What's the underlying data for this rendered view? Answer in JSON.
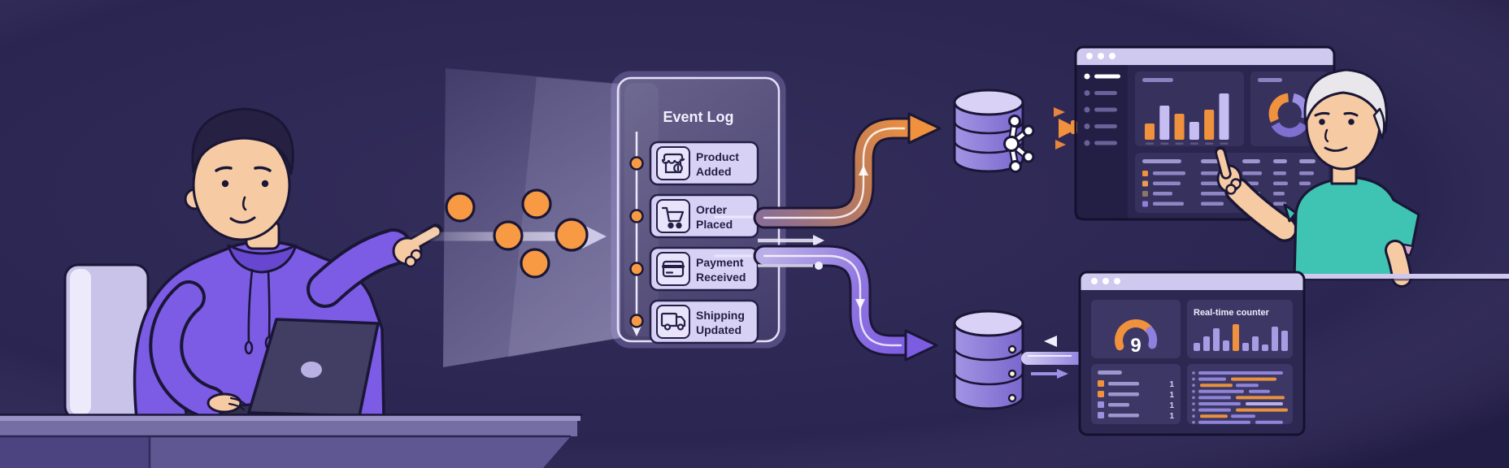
{
  "colors": {
    "background": "#2B2551",
    "orange": "#F0913D",
    "dot_orange": "#F79A43",
    "lavender": "#C6BEF2",
    "accent_purple": "#8F7FDE",
    "pipe_purple": "#7C5CE0",
    "teal_shirt": "#3FC3B2",
    "hoodie_purple": "#7C5BE5",
    "chrome": "#CFC9EF",
    "outline": "#1A1636"
  },
  "event_log": {
    "title": "Event Log",
    "items": [
      {
        "icon": "store-icon",
        "line1": "Product",
        "line2": "Added"
      },
      {
        "icon": "cart-icon",
        "line1": "Order",
        "line2": "Placed"
      },
      {
        "icon": "credit-card-icon",
        "line1": "Payment",
        "line2": "Received"
      },
      {
        "icon": "truck-icon",
        "line1": "Shipping",
        "line2": "Updated"
      }
    ]
  },
  "dashboard_top": {
    "sidebar_items": 5,
    "bar_chart": {
      "values": [
        20,
        42,
        32,
        22,
        37,
        57
      ],
      "palette": [
        "orange",
        "lavender",
        "orange",
        "lavender",
        "orange",
        "lavender"
      ]
    },
    "donut": {
      "segments": [
        {
          "color": "#F0913D"
        },
        {
          "color": "#7E6FD0"
        },
        {
          "color": "#9C8FE4"
        }
      ]
    },
    "table": {
      "header": [
        [
          1405,
          48
        ],
        [
          1477,
          30
        ],
        [
          1528,
          22
        ],
        [
          1566,
          17
        ],
        [
          1598,
          20
        ]
      ],
      "rows": [
        {
          "square": "#F0913D",
          "cells": [
            [
              1418,
              40
            ],
            [
              1477,
              30
            ],
            [
              1528,
              24
            ],
            [
              1566,
              16
            ],
            [
              1598,
              18
            ]
          ]
        },
        {
          "square": "#E89B55",
          "cells": [
            [
              1418,
              34
            ],
            [
              1477,
              26
            ],
            [
              1528,
              20
            ],
            [
              1566,
              18
            ],
            [
              1598,
              14
            ]
          ]
        },
        {
          "square": "#8D7663",
          "cells": [
            [
              1418,
              24
            ],
            [
              1477,
              32
            ],
            [
              1528,
              22
            ],
            [
              1566,
              14
            ]
          ]
        },
        {
          "square": "#8F7FDE",
          "cells": [
            [
              1418,
              38
            ],
            [
              1477,
              28
            ],
            [
              1528,
              18
            ],
            [
              1566,
              16
            ],
            [
              1598,
              16
            ]
          ]
        }
      ]
    }
  },
  "dashboard_bottom": {
    "gauge": {
      "value": "9"
    },
    "counter": {
      "title": "Real-time counter",
      "values": [
        10,
        18,
        28,
        13,
        33,
        10,
        18,
        8,
        30,
        25
      ],
      "highlight_index": 4
    },
    "list": {
      "rows": [
        {
          "color": "#F0913D",
          "width": 38,
          "value": "1"
        },
        {
          "color": "#F0913D",
          "width": 38,
          "value": "1"
        },
        {
          "color": "#9C90DC",
          "width": 26,
          "value": "1"
        },
        {
          "color": "#9C90DC",
          "width": 38,
          "value": "1"
        }
      ]
    },
    "log": {
      "rows": [
        [
          [
            0,
            104,
            "#8F84D8"
          ]
        ],
        [
          [
            0,
            34,
            "#8F84D8"
          ],
          [
            40,
            56,
            "#E8923F"
          ]
        ],
        [
          [
            2,
            40,
            "#E8923F"
          ],
          [
            46,
            28,
            "#8F84D8"
          ]
        ],
        [
          [
            0,
            56,
            "#8F84D8"
          ],
          [
            62,
            26,
            "#8F84D8"
          ]
        ],
        [
          [
            0,
            40,
            "#8F84D8"
          ],
          [
            46,
            60,
            "#E8923F"
          ]
        ],
        [
          [
            0,
            52,
            "#8F84D8"
          ],
          [
            58,
            46,
            "#B9B1E6"
          ]
        ],
        [
          [
            0,
            40,
            "#8F84D8"
          ],
          [
            46,
            64,
            "#E8923F"
          ]
        ],
        [
          [
            2,
            34,
            "#E8923F"
          ],
          [
            40,
            30,
            "#8F84D8"
          ]
        ],
        [
          [
            0,
            64,
            "#8F84D8"
          ],
          [
            70,
            34,
            "#8F84D8"
          ]
        ]
      ]
    }
  }
}
